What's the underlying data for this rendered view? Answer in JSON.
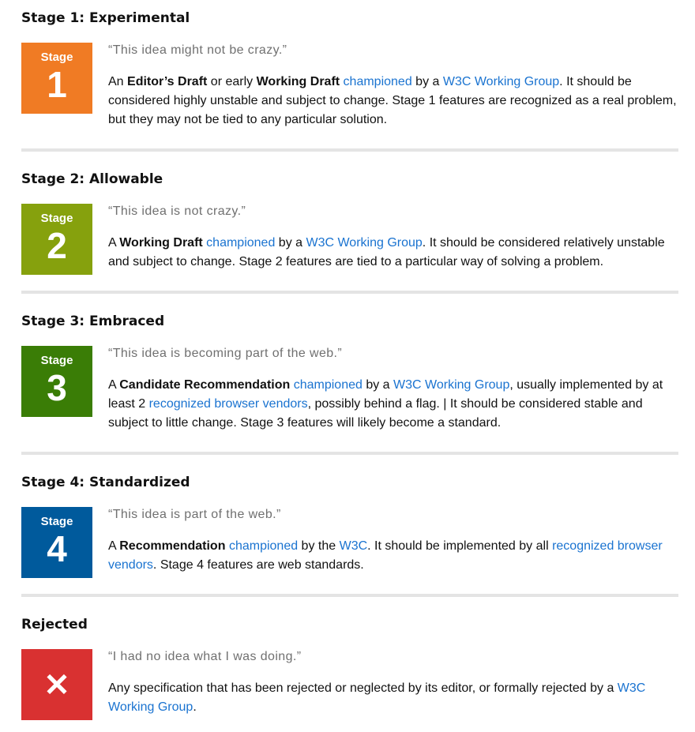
{
  "colors": {
    "stage1": "#f07b24",
    "stage2": "#86a10d",
    "stage3": "#3a7d06",
    "stage4": "#005a9c",
    "rejected": "#d93131",
    "link": "#1a73d0",
    "quote": "#707070",
    "divider": "#e4e4e4"
  },
  "stages": [
    {
      "heading": "Stage 1: Experimental",
      "badge_label": "Stage",
      "badge_number": "1",
      "quote": "“This idea might not be crazy.”",
      "desc": {
        "t1": "An ",
        "b1": "Editor’s Draft",
        "t2": " or early ",
        "b2": "Working Draft",
        "t3": " ",
        "l1": "championed",
        "t4": " by a ",
        "l2": "W3C Working Group",
        "t5": ". It should be considered highly unstable and subject to change. Stage 1 features are recognized as a real problem, but they may not be tied to any particular solution."
      }
    },
    {
      "heading": "Stage 2: Allowable",
      "badge_label": "Stage",
      "badge_number": "2",
      "quote": "“This idea is not crazy.”",
      "desc": {
        "t1": "A ",
        "b1": "Working Draft",
        "t2": " ",
        "l1": "championed",
        "t3": " by a ",
        "l2": "W3C Working Group",
        "t4": ". It should be considered relatively unstable and subject to change. Stage 2 features are tied to a particular way of solving a problem."
      }
    },
    {
      "heading": "Stage 3: Embraced",
      "badge_label": "Stage",
      "badge_number": "3",
      "quote": "“This idea is becoming part of the web.”",
      "desc": {
        "t1": "A ",
        "b1": "Candidate Recommendation",
        "t2": " ",
        "l1": "championed",
        "t3": " by a ",
        "l2": "W3C Working Group",
        "t4": ", usually implemented by at least 2 ",
        "l3": "recognized browser vendors",
        "t5": ", possibly behind a flag. | It should be considered stable and subject to little change. Stage 3 features will likely become a standard."
      }
    },
    {
      "heading": "Stage 4: Standardized",
      "badge_label": "Stage",
      "badge_number": "4",
      "quote": "“This idea is part of the web.”",
      "desc": {
        "t1": "A ",
        "b1": "Recommendation",
        "t2": " ",
        "l1": "championed",
        "t3": " by the ",
        "l2": "W3C",
        "t4": ". It should be implemented by all ",
        "l3": "recognized browser vendors",
        "t5": ". Stage 4 features are web standards."
      }
    }
  ],
  "rejected": {
    "heading": "Rejected",
    "badge_symbol": "✕",
    "quote": "“I had no idea what I was doing.”",
    "desc": {
      "t1": "Any specification that has been rejected or neglected by its editor, or formally rejected by a ",
      "l1": "W3C Working Group",
      "t2": "."
    }
  }
}
